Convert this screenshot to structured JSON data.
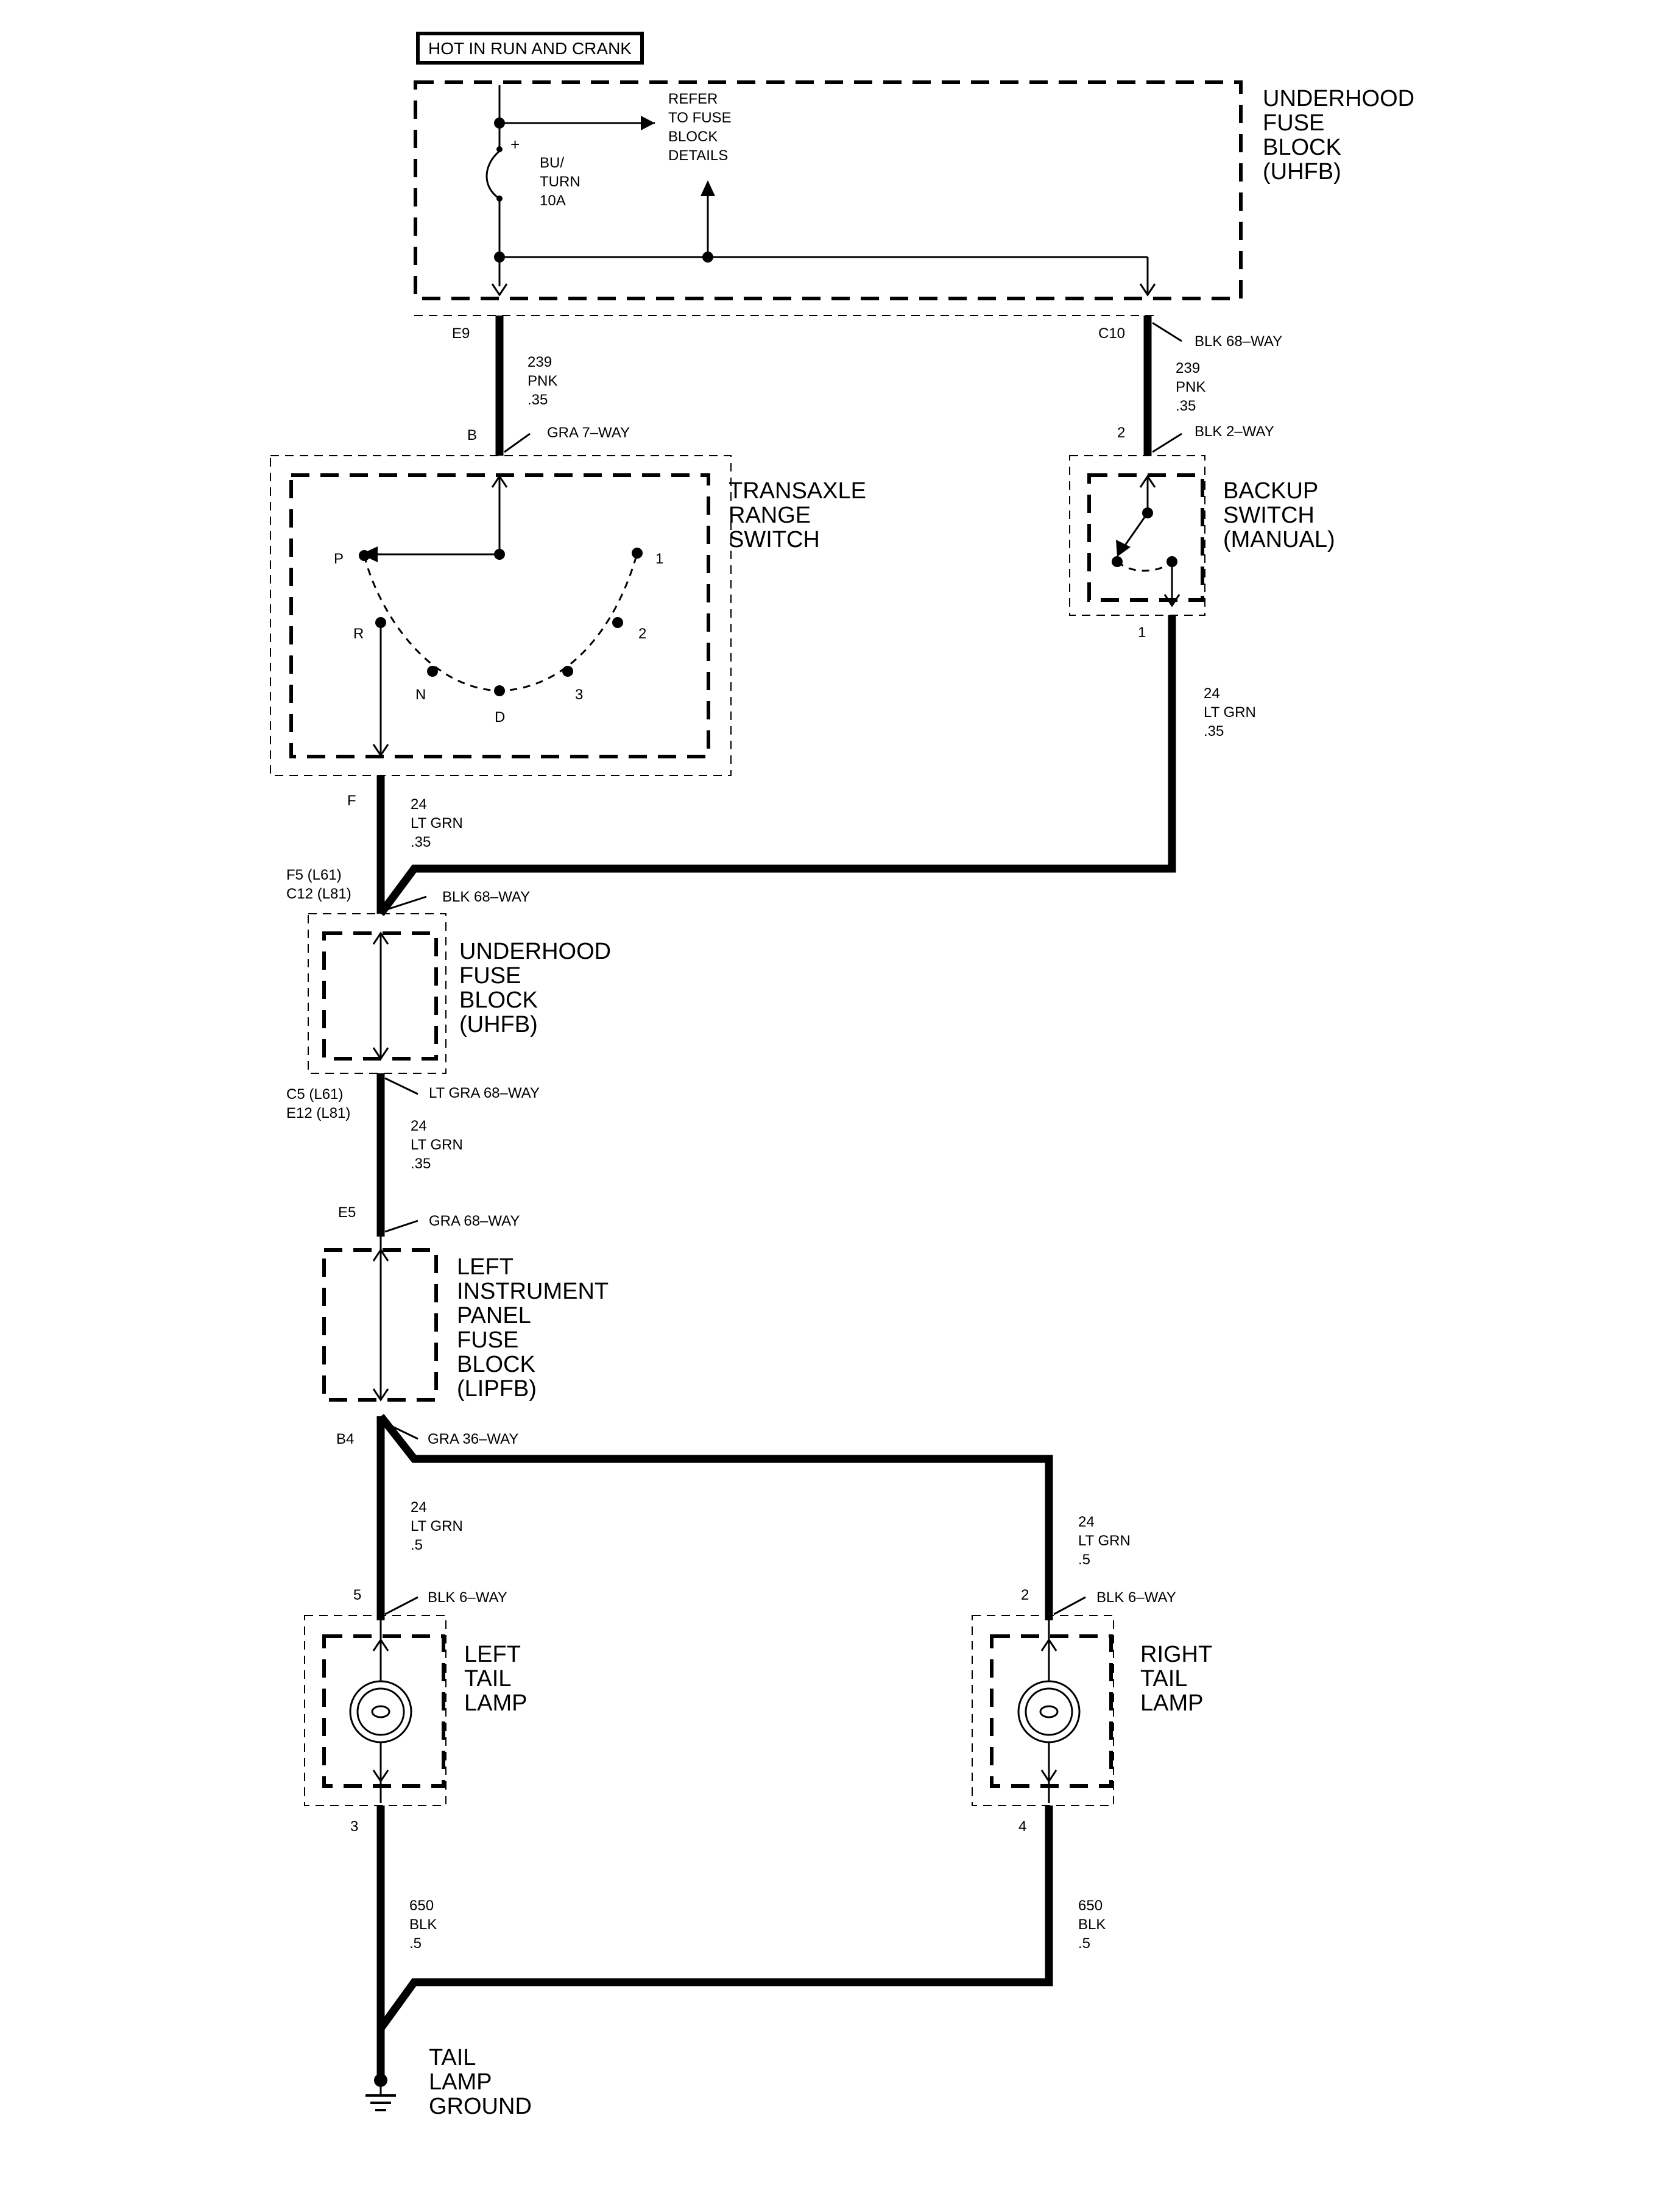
{
  "header": {
    "hot_label": "HOT IN RUN AND CRANK"
  },
  "uhfb_top": {
    "title_lines": [
      "UNDERHOOD",
      "FUSE",
      "BLOCK",
      "(UHFB)"
    ],
    "refer_lines": [
      "REFER",
      "TO FUSE",
      "BLOCK",
      "DETAILS"
    ],
    "fuse_lines": [
      "BU/",
      "TURN",
      "10A"
    ],
    "plus": "+"
  },
  "connectors": {
    "e9": "E9",
    "c10": "C10",
    "c10_name": "BLK 68–WAY",
    "b": "B",
    "b_name": "GRA 7–WAY",
    "pin2": "2",
    "pin2_name": "BLK 2–WAY",
    "pin1": "1",
    "f": "F",
    "f5": "F5 (L61)",
    "c12": "C12 (L81)",
    "f5_name": "BLK 68–WAY",
    "c5": "C5 (L61)",
    "e12": "E12 (L81)",
    "c5_name": "LT GRA 68–WAY",
    "e5": "E5",
    "e5_name": "GRA 68–WAY",
    "b4": "B4",
    "b4_name": "GRA 36–WAY",
    "left5": "5",
    "left5_name": "BLK 6–WAY",
    "right2": "2",
    "right2_name": "BLK 6–WAY",
    "left3": "3",
    "right4": "4"
  },
  "wires": {
    "w239_left": [
      "239",
      "PNK",
      ".35"
    ],
    "w239_right": [
      "239",
      "PNK",
      ".35"
    ],
    "w24_backup": [
      "24",
      "LT GRN",
      ".35"
    ],
    "w24_trs": [
      "24",
      "LT GRN",
      ".35"
    ],
    "w24_uhfb": [
      "24",
      "LT GRN",
      ".35"
    ],
    "w24_left": [
      "24",
      "LT GRN",
      ".5"
    ],
    "w24_right": [
      "24",
      "LT GRN",
      ".5"
    ],
    "w650_left": [
      "650",
      "BLK",
      ".5"
    ],
    "w650_right": [
      "650",
      "BLK",
      ".5"
    ]
  },
  "components": {
    "transaxle": [
      "TRANSAXLE",
      "RANGE",
      "SWITCH"
    ],
    "backup": [
      "BACKUP",
      "SWITCH",
      "(MANUAL)"
    ],
    "uhfb_mid": [
      "UNDERHOOD",
      "FUSE",
      "BLOCK",
      "(UHFB)"
    ],
    "lipfb": [
      "LEFT",
      "INSTRUMENT",
      "PANEL",
      "FUSE",
      "BLOCK",
      "(LIPFB)"
    ],
    "left_tail": [
      "LEFT",
      "TAIL",
      "LAMP"
    ],
    "right_tail": [
      "RIGHT",
      "TAIL",
      "LAMP"
    ],
    "ground": [
      "TAIL",
      "LAMP",
      "GROUND"
    ]
  },
  "gear_positions": {
    "p": "P",
    "r": "R",
    "n": "N",
    "d": "D",
    "three": "3",
    "two": "2",
    "one": "1"
  }
}
